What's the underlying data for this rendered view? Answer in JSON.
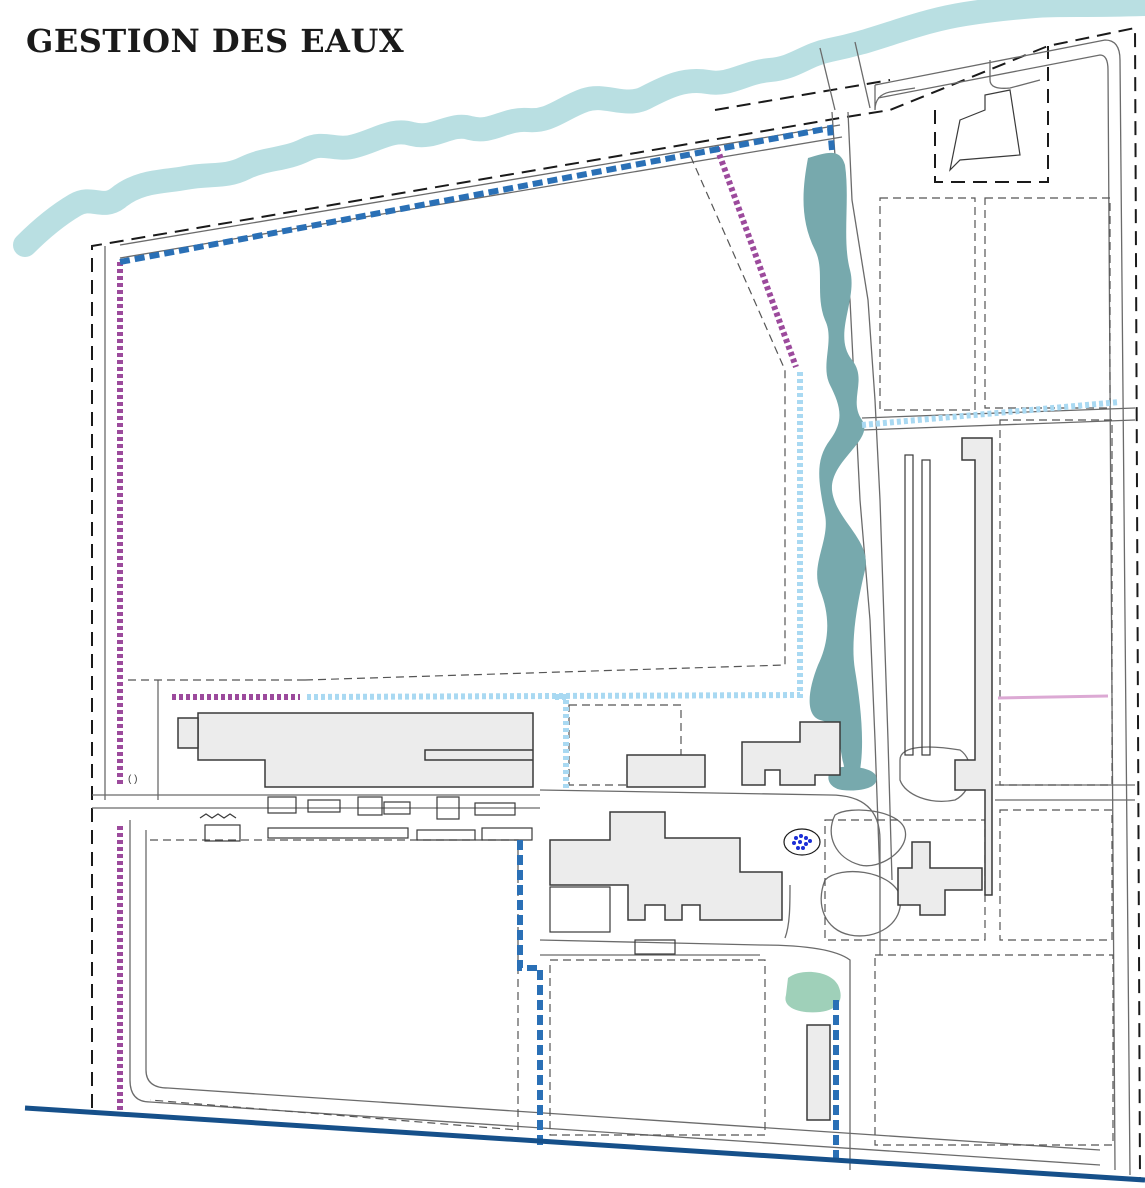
{
  "title": "GESTION DES EAUX",
  "colors": {
    "river": "#b9dfe2",
    "pond": "#77a9ad",
    "small_pond": "#9fd0b9",
    "boundary_line": "#16508a",
    "network_dark_blue": "#2a70b6",
    "network_light_blue": "#a9d9f2",
    "network_purple": "#9c4a9c",
    "network_pink": "#dca9d4",
    "building_fill": "#ececec",
    "fountain": "#1a2ed6"
  },
  "icons": [
    "river",
    "pond",
    "fountain",
    "buildings",
    "roads",
    "parcels"
  ]
}
